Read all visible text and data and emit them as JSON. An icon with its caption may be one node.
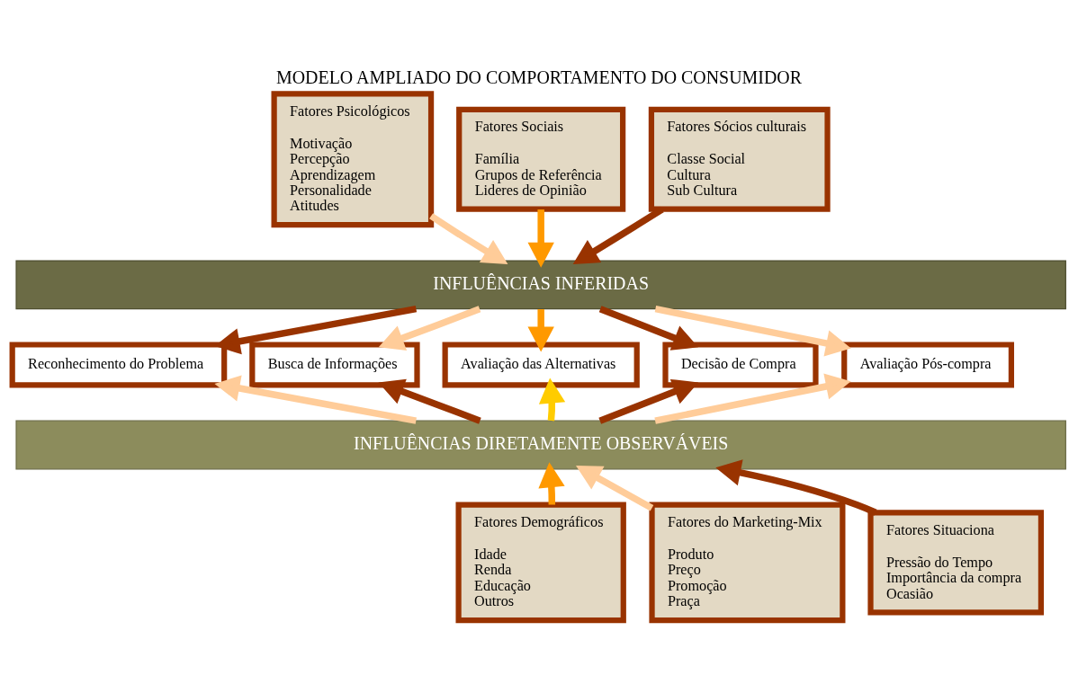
{
  "diagram": {
    "title": "MODELO AMPLIADO DO COMPORTAMENTO DO CONSUMIDOR",
    "nodes": [
      {
        "text": [
          "Fatores Psicológicos",
          "Motivação",
          "Percepção",
          "Aprendizagem",
          "Personalidade",
          "Atitudes"
        ]
      },
      {
        "text": [
          "Fatores Sociais",
          "Família",
          "Grupos de Referência",
          "Lideres de Opinião"
        ]
      },
      {
        "text": [
          "Fatores Sócios culturais",
          "Classe Social",
          "Cultura",
          "Sub Cultura"
        ]
      },
      {
        "text": [
          "INFLUÊNCIAS INFERIDAS"
        ]
      },
      {
        "text": [
          "Reconhecimento do Problema"
        ]
      },
      {
        "text": [
          "Busca de Informações"
        ]
      },
      {
        "text": [
          "Avaliação das Alternativas"
        ]
      },
      {
        "text": [
          "Decisão de Compra"
        ]
      },
      {
        "text": [
          "Avaliação Pós-compra"
        ]
      },
      {
        "text": [
          "INFLUÊNCIAS DIRETAMENTE OBSERVÁVEIS"
        ]
      },
      {
        "text": [
          "Fatores do Marketing-Mix",
          "Produto",
          "Preço",
          "Promoção",
          "Praça"
        ]
      },
      {
        "text": [
          "Fatores Demográficos",
          "Idade",
          "Renda",
          "Educação",
          "Outros"
        ]
      },
      {
        "text": [
          "Fatores Situaciona",
          "Pressão do Tempo",
          "Importância da compra",
          "Ocasião"
        ]
      }
    ],
    "edges": [
      {
        "from": 0,
        "to": 3,
        "arrow": "to",
        "color": "#ffcc99"
      },
      {
        "from": 1,
        "to": 3,
        "arrow": "to",
        "color": "#ff9900"
      },
      {
        "from": 2,
        "to": 3,
        "arrow": "to",
        "color": "#993300"
      },
      {
        "from": 3,
        "to": 4,
        "arrow": "to",
        "color": "#993300"
      },
      {
        "from": 3,
        "to": 5,
        "arrow": "to",
        "color": "#ffcc99"
      },
      {
        "from": 3,
        "to": 6,
        "arrow": "to",
        "color": "#ff9900"
      },
      {
        "from": 3,
        "to": 7,
        "arrow": "to",
        "color": "#993300"
      },
      {
        "from": 3,
        "to": 8,
        "arrow": "to",
        "color": "#ffcc99"
      },
      {
        "from": 9,
        "to": 4,
        "arrow": "to",
        "color": "#ffcc99"
      },
      {
        "from": 9,
        "to": 5,
        "arrow": "to",
        "color": "#993300"
      },
      {
        "from": 9,
        "to": 6,
        "arrow": "to",
        "color": "#ffcc00"
      },
      {
        "from": 9,
        "to": 7,
        "arrow": "to",
        "color": "#993300"
      },
      {
        "from": 9,
        "to": 8,
        "arrow": "to",
        "color": "#ffcc99"
      },
      {
        "from": 10,
        "to": 9,
        "arrow": "to",
        "color": "#ffcc99"
      },
      {
        "from": 11,
        "to": 9,
        "arrow": "to",
        "color": "#ff9900"
      },
      {
        "from": 12,
        "to": 9,
        "arrow": "to",
        "color": "#993300"
      }
    ]
  }
}
